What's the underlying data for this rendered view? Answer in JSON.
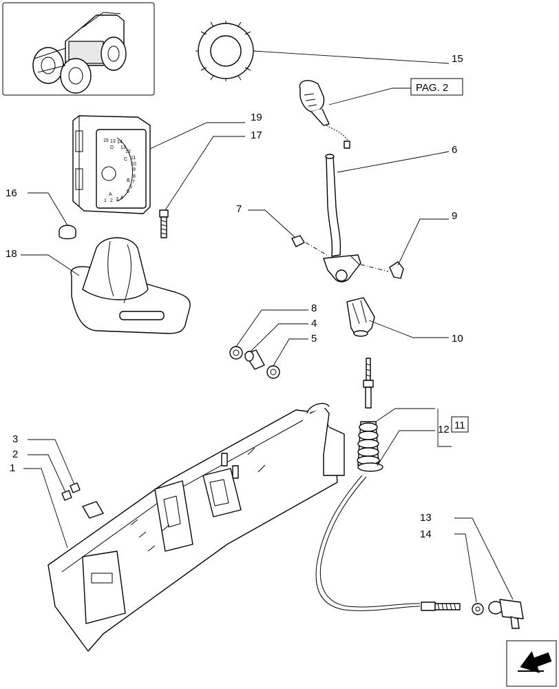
{
  "page_ref": "PAG. 2",
  "callouts": {
    "c1": "1",
    "c2": "2",
    "c3": "3",
    "c4": "4",
    "c5": "5",
    "c6": "6",
    "c7": "7",
    "c8": "8",
    "c9": "9",
    "c10": "10",
    "c11": "11",
    "c12": "12",
    "c13": "13",
    "c14": "14",
    "c15": "15",
    "c16": "16",
    "c17": "17",
    "c18": "18",
    "c19": "19"
  },
  "gear_panel_labels": [
    "15",
    "13",
    "14",
    "D",
    "13",
    "12",
    "C",
    "11",
    "10",
    "9",
    "8",
    "B",
    "7",
    "6",
    "5",
    "A",
    "1",
    "2",
    "3",
    "4"
  ],
  "icons": {
    "thumbnail": "tractor-icon",
    "navigation": "back-arrow-icon"
  }
}
